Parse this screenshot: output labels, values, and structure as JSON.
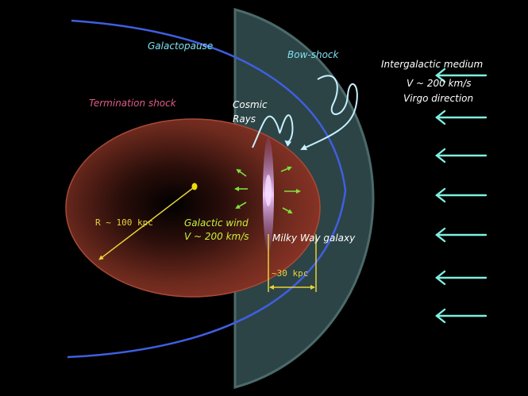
{
  "labels": {
    "galactopause": "Galactopause",
    "bow_shock": "Bow-shock",
    "intergalactic_medium": "Intergalactic medium",
    "velocity_medium": "V ~ 200 km/s",
    "virgo_direction": "Virgo direction",
    "termination_shock": "Termination shock",
    "cosmic": "Cosmic",
    "rays": "Rays",
    "radius": "R ~ 100 kpc",
    "galactic_wind": "Galactic wind",
    "wind_velocity": "V ~ 200 km/s",
    "milky_way": "Milky Way galaxy",
    "disk_size": "~30 kpc"
  },
  "colors": {
    "background": "#000000",
    "galactopause_line": "#3f5fe0",
    "bow_shock_fill": "#2c4446",
    "halo": "#8a3426",
    "halo_edge": "#a84a38",
    "termination_text": "#e05a8a",
    "cyan_text": "#7fe0f0",
    "cosmic_ray_line": "#c8f0ff",
    "wind_arrow": "#7ee03a",
    "wind_text": "#c8f03a",
    "yellow": "#e8d23a",
    "medium_arrow": "#7ff0e0",
    "white_text": "#ffffff",
    "galaxy": "#d9a4e8"
  },
  "icons": {
    "medium_flow": "arrow-left-icon",
    "wind": "arrow-outward-icon",
    "galaxy_center": "dot-icon"
  }
}
